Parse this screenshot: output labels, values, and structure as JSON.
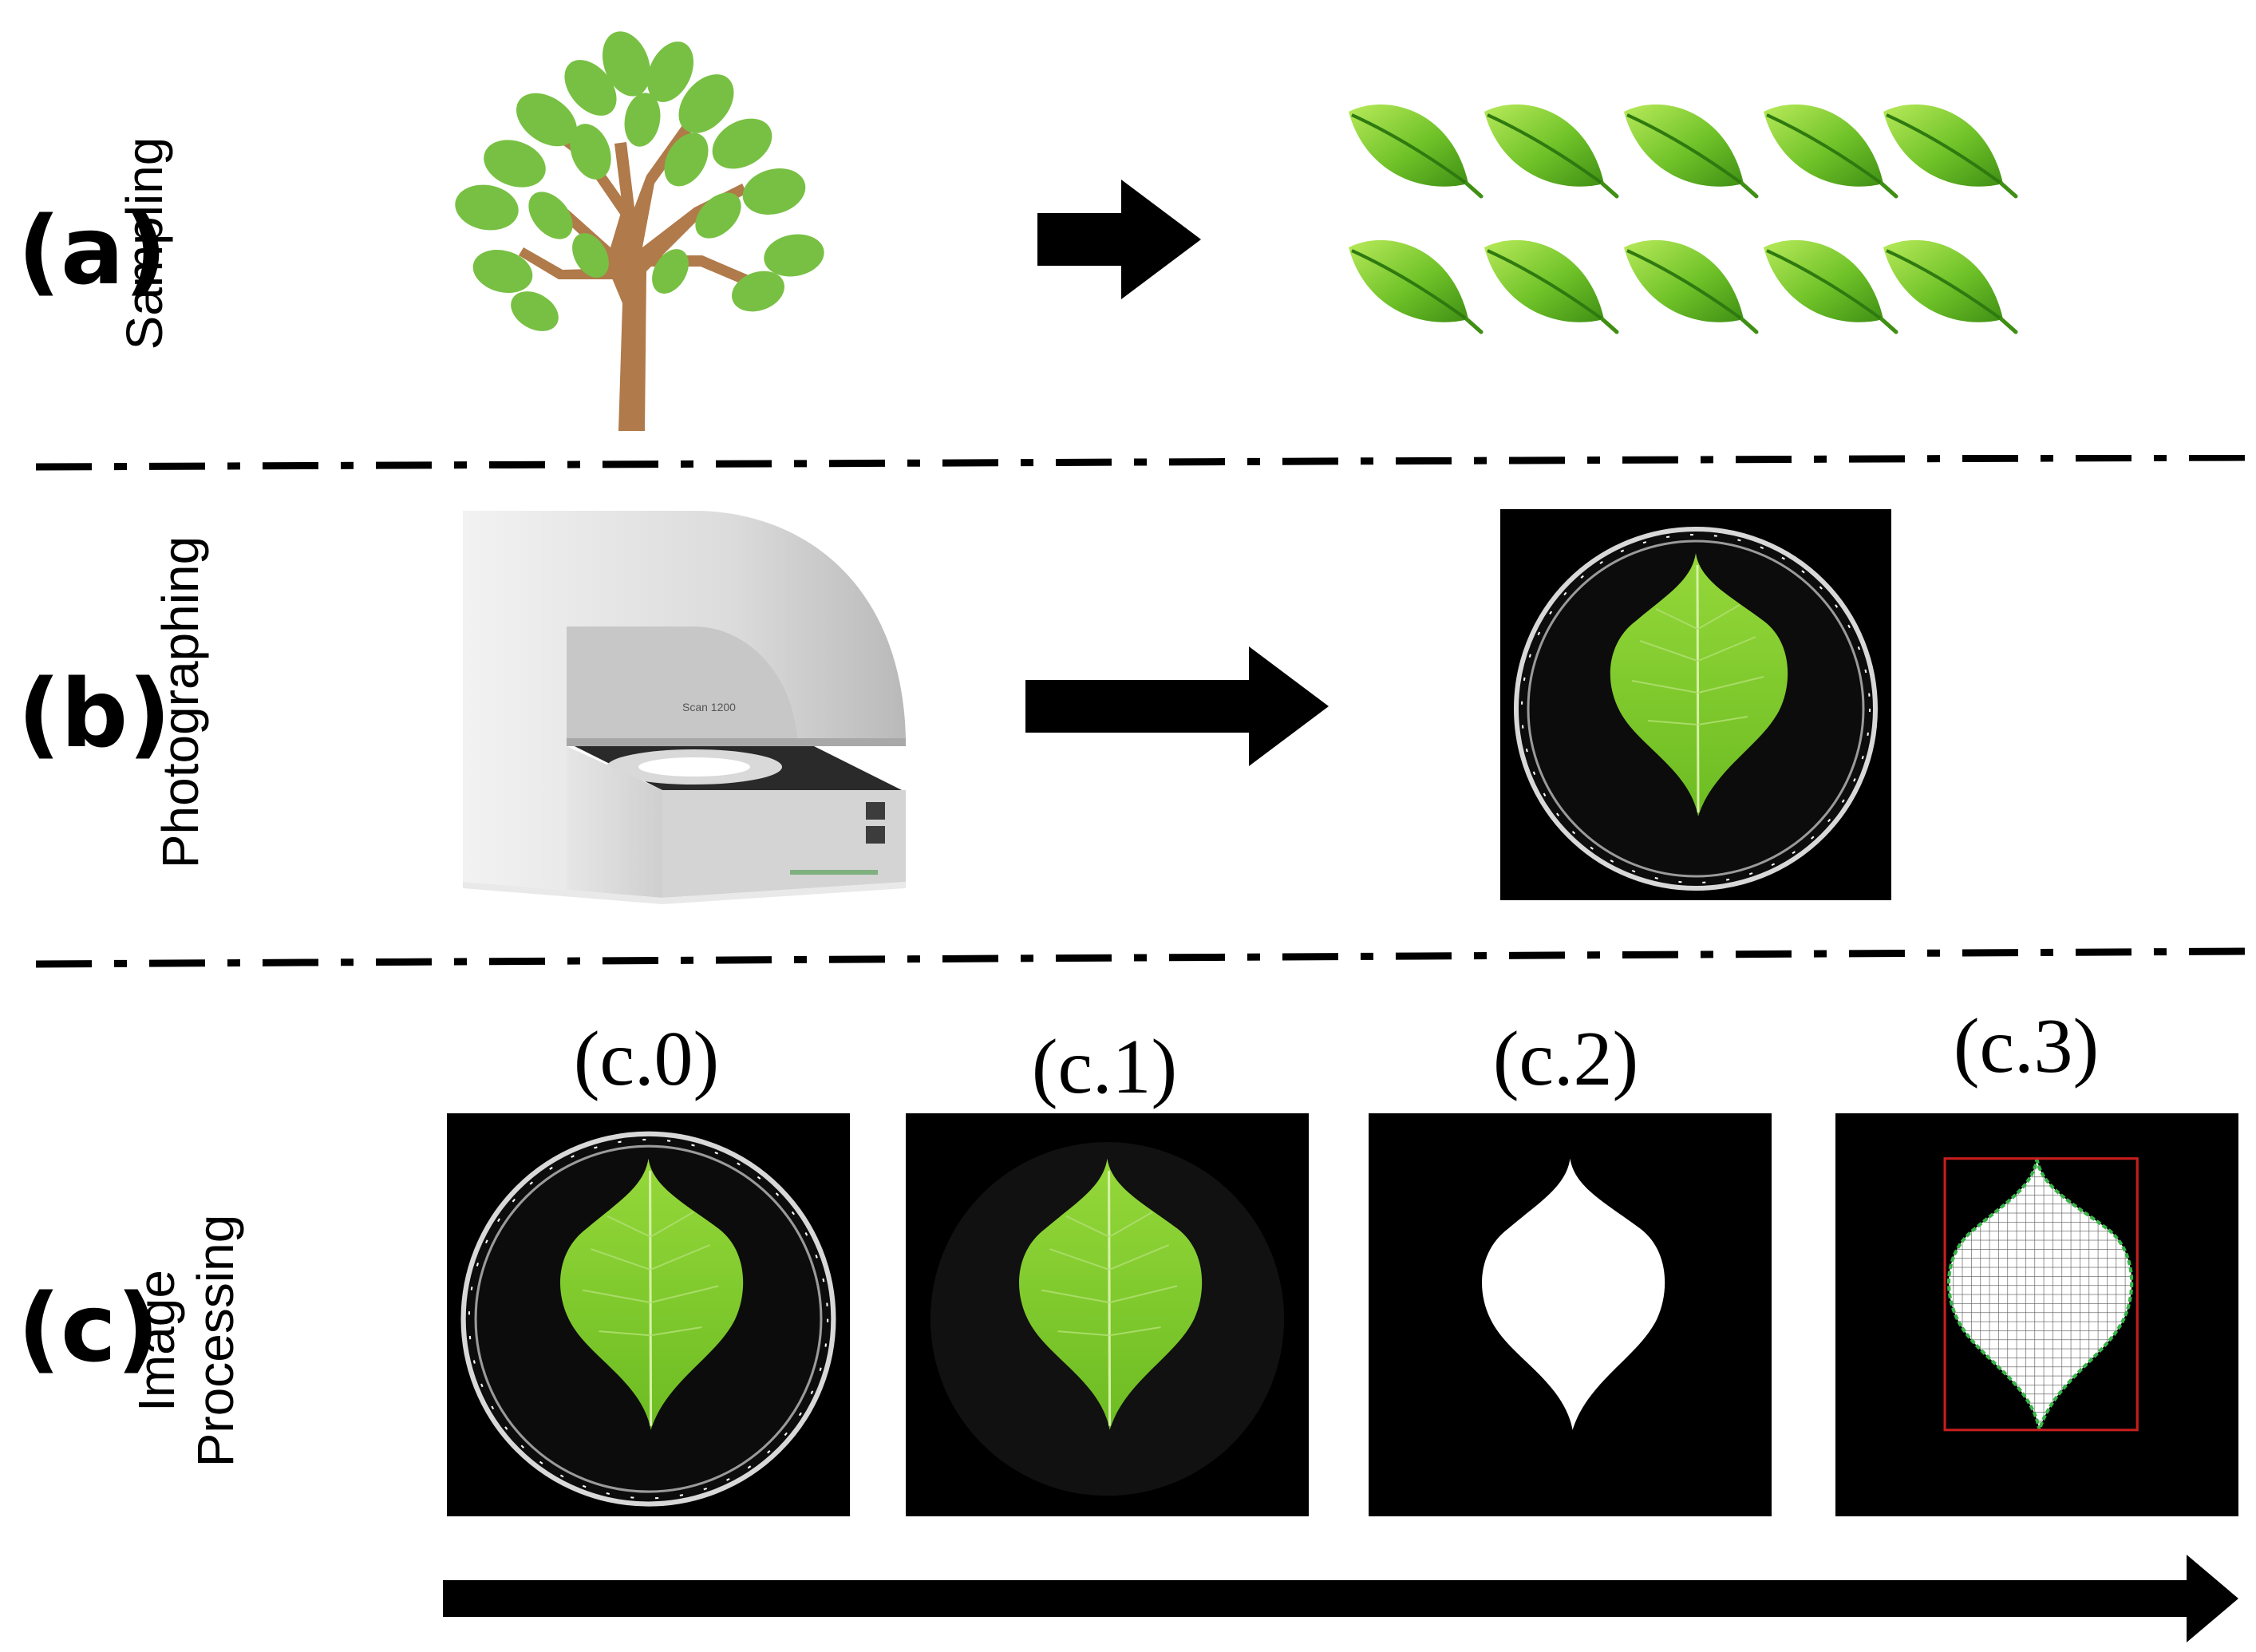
{
  "panels": {
    "a": {
      "label": "(a)",
      "title": "Sampling"
    },
    "b": {
      "label": "(b)",
      "title": "Photographing",
      "scanner_model": "Scan 1200"
    },
    "c": {
      "label": "(c)",
      "title_line1": "Image",
      "title_line2": "Processing"
    }
  },
  "processing_steps": [
    {
      "label": "(c.0)"
    },
    {
      "label": "(c.1)"
    },
    {
      "label": "(c.2)"
    },
    {
      "label": "(c.3)"
    }
  ],
  "colors": {
    "leaf_green": "#7ccf2a",
    "leaf_dark": "#3f8f14",
    "trunk": "#b07a4a",
    "tree_leaf": "#78c043",
    "box_red": "#c81e1e",
    "outline_green": "#39b54a"
  }
}
